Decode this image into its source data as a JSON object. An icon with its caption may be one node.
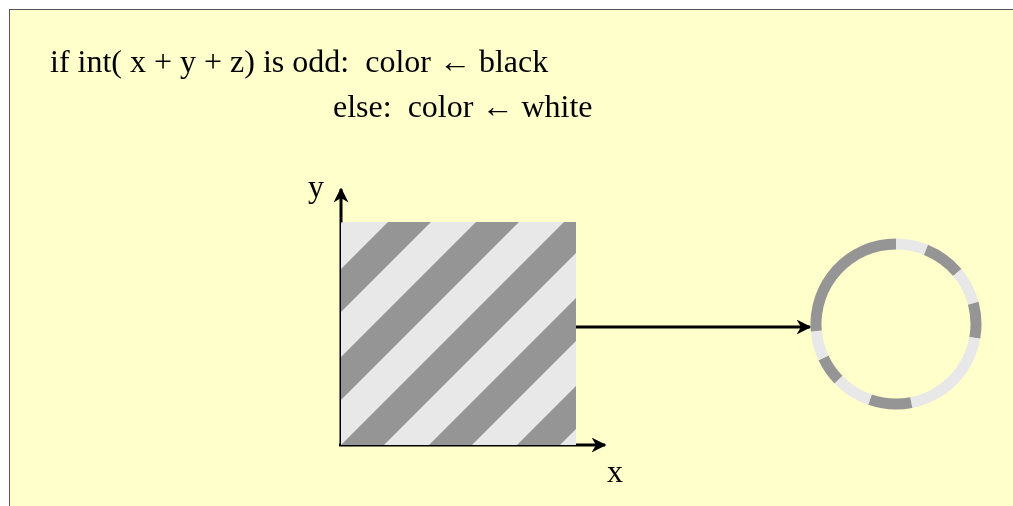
{
  "diagram": {
    "nodes": [
      {
        "text": [],
        "shape": "box"
      },
      {
        "text": [],
        "shape": "circle"
      }
    ],
    "edges": [
      {
        "from": 0,
        "to": 1,
        "arrow": "to"
      }
    ],
    "labels": [
      "if int( x + y + z) is odd:  color ← black",
      "else:  color ← white",
      "y",
      "x"
    ]
  }
}
